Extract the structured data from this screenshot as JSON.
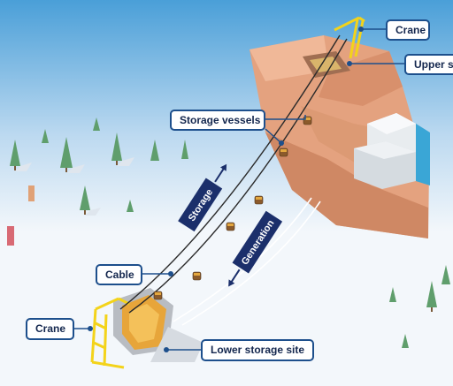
{
  "labels": {
    "crane_top": "Crane",
    "upper_storage": "Upper storage site",
    "storage_vessels": "Storage vessels",
    "cable": "Cable",
    "crane_bottom": "Crane",
    "lower_storage": "Lower storage site"
  },
  "arrows": {
    "storage": "Storage",
    "generation": "Generation"
  },
  "colors": {
    "sky_top": "#4a9fd8",
    "snow": "#f3f7fb",
    "rock": "#e4a27f",
    "crane": "#f3d31a",
    "label_border": "#1d4f8c",
    "arrow_fill": "#1b2f6b",
    "label_text": "#14274e"
  }
}
